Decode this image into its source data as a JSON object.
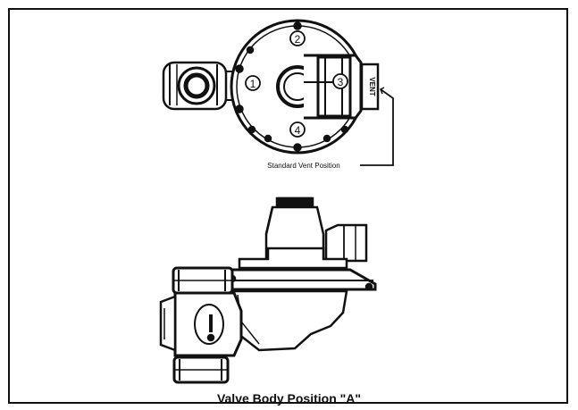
{
  "diagram": {
    "top_view": {
      "callouts": [
        "1",
        "2",
        "3",
        "4"
      ],
      "vent_label": "Standard Vent Position",
      "vent_marking": "VENT"
    },
    "caption": "Valve Body Position \"A\""
  }
}
